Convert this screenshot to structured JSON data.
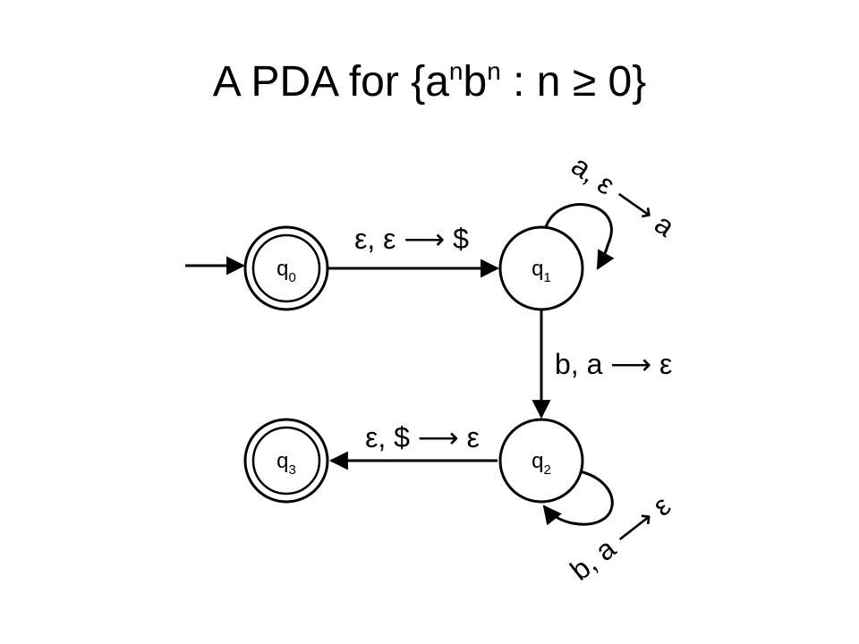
{
  "title": {
    "prefix": "A PDA for {a",
    "sup1": "n",
    "mid": "b",
    "sup2": "n",
    "suffix": " : n ≥ 0}"
  },
  "states": {
    "q0": {
      "base": "q",
      "sub": "0",
      "accepting": true,
      "start": true
    },
    "q1": {
      "base": "q",
      "sub": "1",
      "accepting": false
    },
    "q2": {
      "base": "q",
      "sub": "2",
      "accepting": false
    },
    "q3": {
      "base": "q",
      "sub": "3",
      "accepting": true
    }
  },
  "transitions": {
    "q0_q1": "ε, ε ⟶ $",
    "q1_loop": "a, ε ⟶ a",
    "q1_q2": "b, a ⟶ ε",
    "q2_q3": "ε, $ ⟶ ε",
    "q2_loop": "b, a ⟶ ε"
  }
}
